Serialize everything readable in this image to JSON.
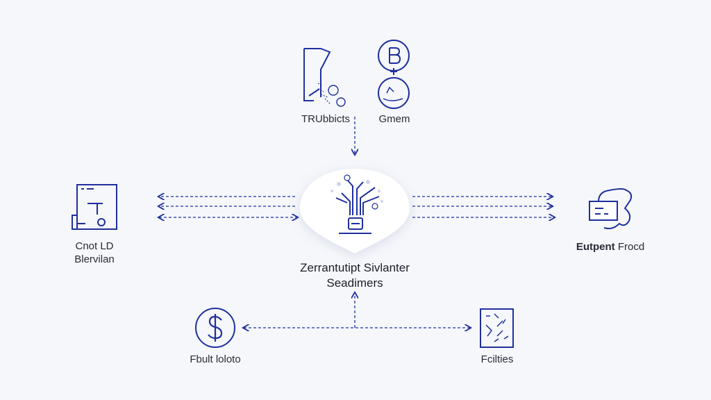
{
  "colors": {
    "accent": "#1f2f9c",
    "background": "#f5f7fb",
    "text": "#2a2a35"
  },
  "nodes": {
    "top_left": {
      "label": "TRUbbicts",
      "icon": "document-coins-icon"
    },
    "top_right": {
      "label": "Gmem",
      "icon": "bitcoin-hourglass-icon"
    },
    "center": {
      "line1": "Zerrantutipt Sivlanter",
      "line2": "Seadimers",
      "icon": "circuit-tree-icon"
    },
    "left": {
      "line1": "Cnot LD",
      "line2": "Blervilan",
      "icon": "window-panel-icon"
    },
    "right": {
      "label_bold": "Eutpent",
      "label_rest": "Frocd",
      "icon": "card-network-icon"
    },
    "bottom_left": {
      "label": "Fbult loloto",
      "icon": "dollar-circle-icon"
    },
    "bottom_right": {
      "label": "Fcilties",
      "icon": "pattern-frame-icon"
    }
  }
}
